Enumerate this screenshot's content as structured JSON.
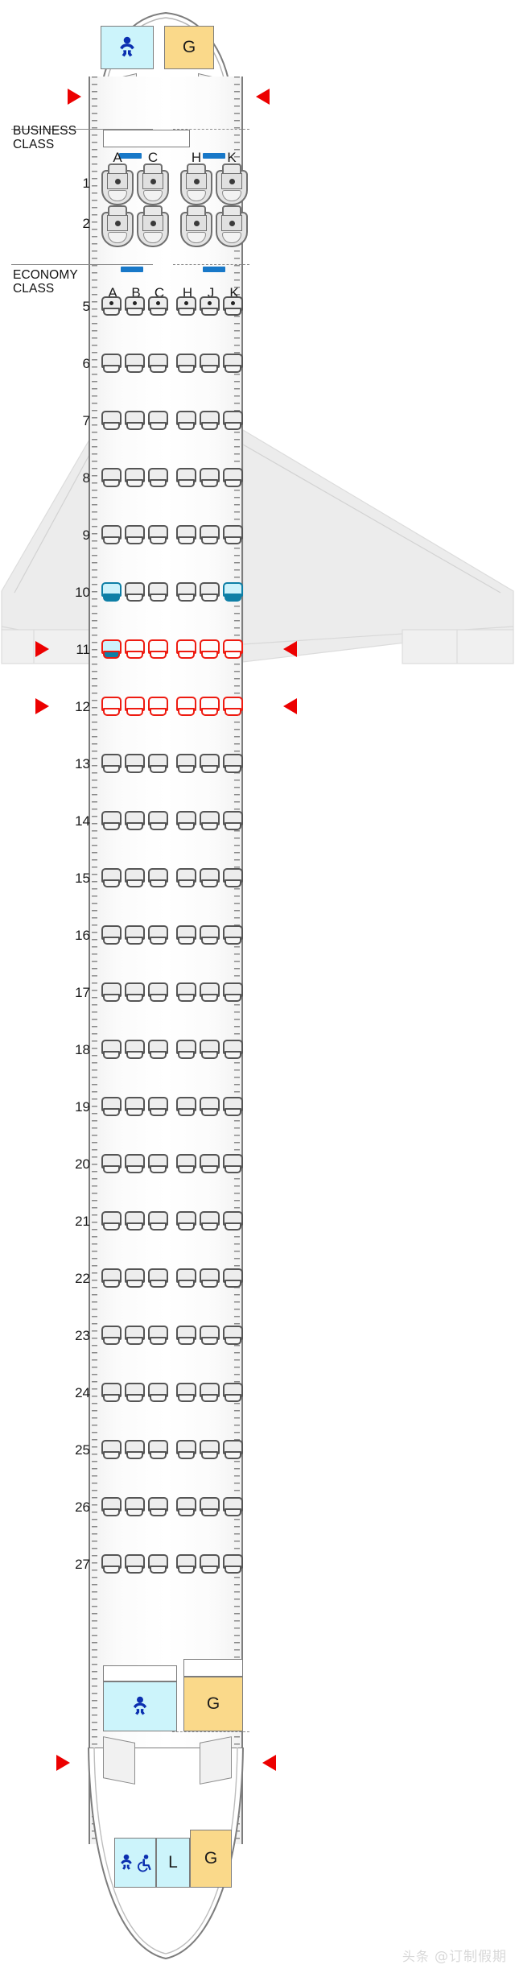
{
  "aircraft": {
    "classes": [
      {
        "id": "business",
        "label": "BUSINESS\nCLASS",
        "columns": [
          "A",
          "C",
          "H",
          "K"
        ],
        "rows": [
          "1",
          "2"
        ]
      },
      {
        "id": "economy",
        "label": "ECONOMY\nCLASS",
        "columns": [
          "A",
          "B",
          "C",
          "H",
          "J",
          "K"
        ],
        "rows": [
          "5",
          "6",
          "7",
          "8",
          "9",
          "10",
          "11",
          "12",
          "13",
          "14",
          "15",
          "16",
          "17",
          "18",
          "19",
          "20",
          "21",
          "22",
          "23",
          "24",
          "25",
          "26",
          "27"
        ]
      }
    ],
    "column_letters_business": [
      "A",
      "C",
      "H",
      "K"
    ],
    "column_letters_economy": [
      "A",
      "B",
      "C",
      "H",
      "J",
      "K"
    ],
    "row_numbers_business": [
      "1",
      "2"
    ],
    "row_numbers_economy": [
      "5",
      "6",
      "7",
      "8",
      "9",
      "10",
      "11",
      "12",
      "13",
      "14",
      "15",
      "16",
      "17",
      "18",
      "19",
      "20",
      "21",
      "22",
      "23",
      "24",
      "25",
      "26",
      "27"
    ],
    "seat_states": {
      "default": "available",
      "highlighted": [
        "10A",
        "10K",
        "11A"
      ],
      "exit_row": [
        "11A",
        "11B",
        "11C",
        "11H",
        "11J",
        "11K",
        "12A",
        "12B",
        "12C",
        "12H",
        "12J",
        "12K"
      ],
      "bassinet_marked": [
        "5A",
        "5B",
        "5C",
        "5H",
        "5J",
        "5K"
      ]
    },
    "facilities": {
      "forward_lavatory_label": "",
      "forward_lavatory_icon": "baby-change-icon",
      "forward_galley_label": "G",
      "rear_lavatory_label": "L",
      "rear_galley_label": "G",
      "rear_galley2_label": "G",
      "rear_accessible_icons": [
        "baby-change-icon",
        "wheelchair-icon"
      ]
    },
    "exits": {
      "count": 8,
      "marker": "exit-arrow",
      "rows_with_exit_arrows": [
        "11",
        "12"
      ]
    }
  },
  "colors": {
    "lavatory": "#ccf4fb",
    "galley": "#fad98a",
    "exit_red": "#ec0000",
    "seat_outline": "#555555",
    "exit_seat_outline": "#ee1b11",
    "highlight_cyan": "#0e7fa6",
    "marker_blue": "#1878c8",
    "fuselage_outline": "#7d7d7d"
  },
  "watermark": {
    "prefix": "头条",
    "handle": "@订制假期"
  }
}
